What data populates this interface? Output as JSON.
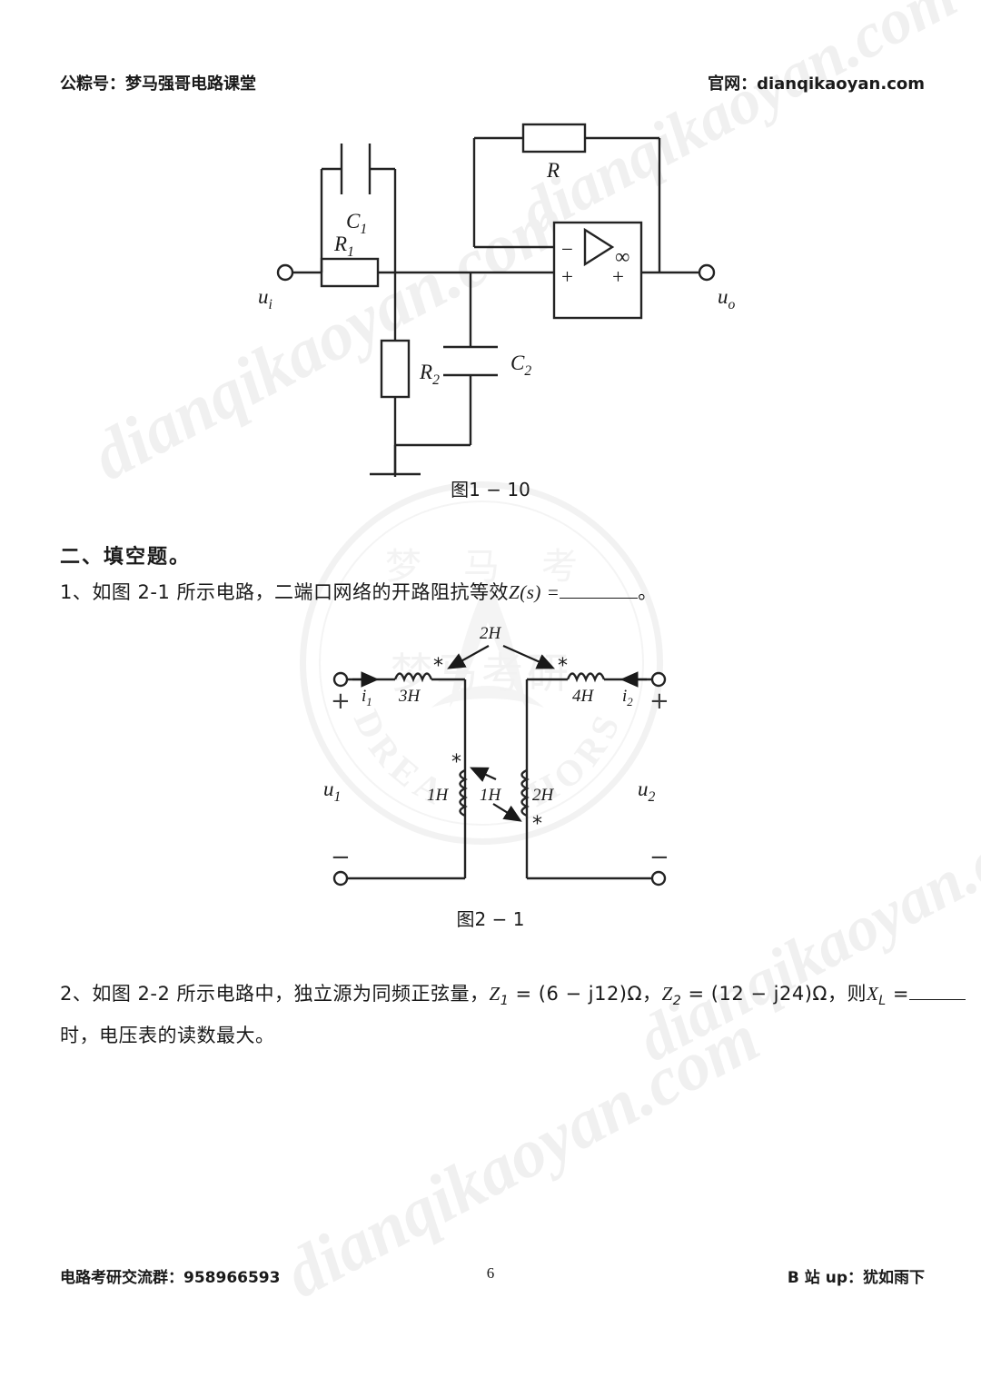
{
  "header": {
    "left": "公粽号：梦马强哥电路课堂",
    "right": "官网：dianqikaoyan.com"
  },
  "footer": {
    "left": "电路考研交流群：958966593",
    "page_number": "6",
    "right": "B 站 up：犹如雨下"
  },
  "watermarks": {
    "text": "dianqikaoyan.com",
    "seal_top_cn": "梦马考",
    "seal_center_cn": "梦马考研",
    "seal_arc_left": "DREAM",
    "seal_arc_right": "HORSE"
  },
  "figure1": {
    "caption": "图1 − 10",
    "labels": {
      "c1": "C",
      "c1_sub": "1",
      "r1": "R",
      "r1_sub": "1",
      "r2": "R",
      "r2_sub": "2",
      "c2": "C",
      "c2_sub": "2",
      "r": "R",
      "ui": "u",
      "ui_sub": "i",
      "uo": "u",
      "uo_sub": "o",
      "opamp_gain": "∞",
      "opamp_minus": "−",
      "opamp_plus_in": "+",
      "opamp_plus_out": "+"
    }
  },
  "section": {
    "heading": "二、填空题。"
  },
  "question1": {
    "number": "1、",
    "text_a": "如图 2-1 所示电路，二端口网络的开路阻抗等效",
    "symbol": "Z(s) =",
    "text_b": "。"
  },
  "figure2": {
    "caption": "图2 − 1",
    "labels": {
      "mutual_top": "2H",
      "l_left": "3H",
      "l_right": "4H",
      "l_v_left": "1H",
      "mutual_mid": "1H",
      "l_v_right": "2H",
      "i1": "i",
      "i1_sub": "1",
      "i2": "i",
      "i2_sub": "2",
      "u1": "u",
      "u1_sub": "1",
      "u2": "u",
      "u2_sub": "2",
      "plus": "+",
      "minus": "−",
      "dot": "*"
    }
  },
  "question2": {
    "number": "2、",
    "text_a": "如图 2-2 所示电路中，独立源为同频正弦量，",
    "z1": "Z",
    "z1_sub": "1",
    "z1_val": "= (6 − j12)Ω，",
    "z2": "Z",
    "z2_sub": "2",
    "z2_val": "= (12 − j24)Ω，",
    "then": "则",
    "xl": "X",
    "xl_sub": "L",
    "eq": "=",
    "text_b": "时，电压表的读数最大。"
  }
}
